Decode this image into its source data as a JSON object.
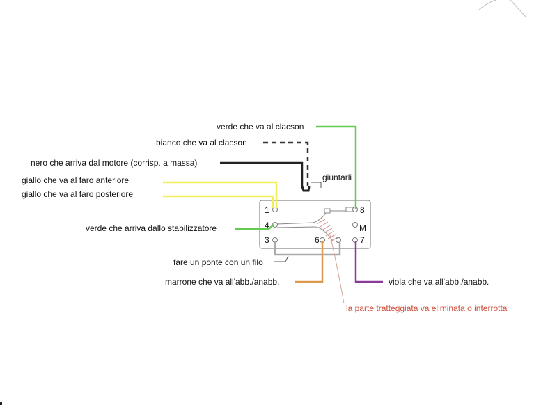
{
  "labels": {
    "horn_green": "verde che va al clacson",
    "horn_white": "bianco che va al clacson",
    "engine_black": "nero che arriva dal motore (corrisp. a massa)",
    "join": "giuntarli",
    "front_yellow": "giallo che va al faro anteriore",
    "rear_yellow": "giallo che va al faro posteriore",
    "stabilizer_green": "verde che arriva dallo stabilizzatore",
    "bridge": "fare un ponte con un filo",
    "brown": "marrone che va all'abb./anabb.",
    "violet": "viola che va all'abb./anabb.",
    "dashed_note": "la parte tratteggiata va eliminata o interrotta"
  },
  "terminals": {
    "t1": "1",
    "t2": "8",
    "t3": "4",
    "t4": "M",
    "t5": "3",
    "t6": "6",
    "t7": "7"
  },
  "colors": {
    "green": "#62cb50",
    "yellow": "#f2f05a",
    "black": "#222222",
    "grey": "#a9a9a9",
    "brown": "#dd9a4e",
    "violet": "#8a3a98",
    "red_text": "#d0503c",
    "hatch": "#cf8f86",
    "box": "#888888"
  }
}
